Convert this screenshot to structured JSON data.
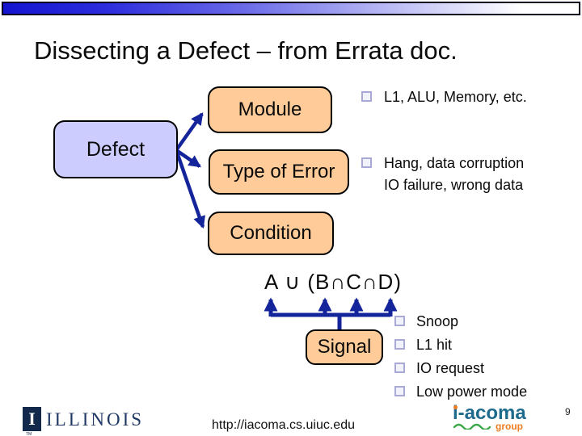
{
  "slide": {
    "title": "Dissecting a Defect – from Errata doc.",
    "page_number": "9"
  },
  "diagram": {
    "defect_label": "Defect",
    "module_label": "Module",
    "type_of_error_label": "Type of Error",
    "condition_label": "Condition",
    "signal_label": "Signal",
    "formula": "A ∪ (B∩C∩D)"
  },
  "bullets": {
    "module_examples": [
      "L1, ALU, Memory, etc."
    ],
    "error_types": [
      "Hang, data corruption",
      "IO failure, wrong data"
    ],
    "signal_examples": [
      "Snoop",
      "L1 hit",
      "IO request",
      "Low power mode"
    ]
  },
  "footer": {
    "url": "http://iacoma.cs.uiuc.edu",
    "illinois": {
      "mark": "I",
      "wordmark": "ILLINOIS",
      "tm": "TM"
    },
    "iacoma": {
      "name": "i-acoma",
      "group": "group"
    }
  },
  "colors": {
    "box_orange": "#ffcc99",
    "box_lavender": "#ccccff",
    "arrow_blue": "#14249b",
    "bar_blue": "#1414cf",
    "illinois_navy": "#13294b",
    "iacoma_blue": "#1d6a8c",
    "iacoma_orange": "#ee7d23",
    "iacoma_green": "#3aa648"
  }
}
